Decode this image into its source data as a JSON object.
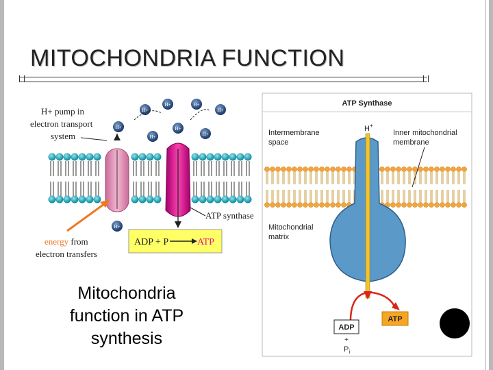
{
  "slide": {
    "title": "MITOCHONDRIA  FUNCTION",
    "caption_lines": [
      "Mitochondria",
      "function  in ATP",
      "synthesis"
    ]
  },
  "left_diagram": {
    "pump_label": [
      "H+ pump in",
      "electron transport",
      "system"
    ],
    "ion_label": "H+",
    "synthase_label": "ATP synthase",
    "energy_word": "energy",
    "energy_rest": " from",
    "energy_line2": "electron transfers",
    "reaction_left": "ADP + P",
    "reaction_right": "ATP"
  },
  "right_diagram": {
    "title": "ATP Synthase",
    "intermembrane": [
      "Intermembrane",
      "space"
    ],
    "inner_membrane": [
      "Inner mitochondrial",
      "membrane"
    ],
    "matrix": [
      "Mitochondrial",
      "matrix"
    ],
    "proton": "H",
    "proton_sup": "+",
    "adp": "ADP",
    "plus": "+",
    "pi": "P",
    "pi_sub": "i",
    "atp": "ATP"
  },
  "colors": {
    "pump_protein": "#e8a0c0",
    "synthase_protein": "#e0188c",
    "membrane_head": "#1aa7b8",
    "energy_arrow": "#f07820",
    "atp_text": "#e0188c",
    "reaction_box": "#ffff66",
    "synthase_blue": "#5b9ac8",
    "atp_box": "#f5a623",
    "red_arrow": "#d9261c"
  }
}
